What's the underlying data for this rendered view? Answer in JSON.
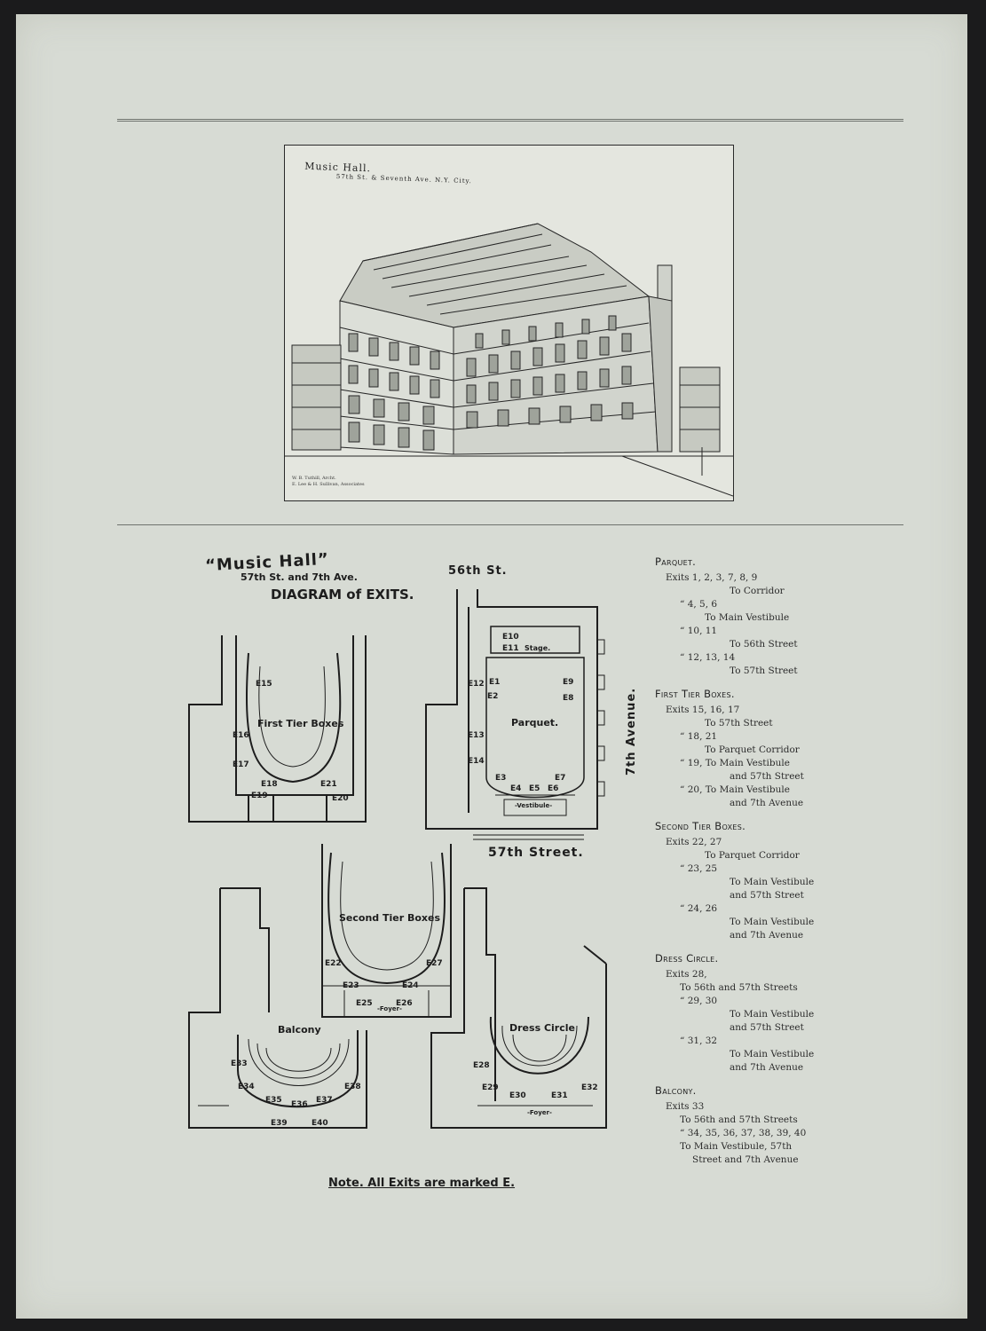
{
  "engraving": {
    "caption_title": "Music Hall.",
    "caption_sub": "57th St. & Seventh Ave. N.Y. City.",
    "credit_line1": "W. B. Tuthill, Archt.",
    "credit_line2": "E. Lee & H. Sullivan, Associates"
  },
  "diagram": {
    "title": "“Music Hall”",
    "address": "57th St. and 7th Ave.",
    "subtitle": "DIAGRAM of EXITS.",
    "street_top": "56th St.",
    "street_bottom": "57th Street.",
    "street_side": "7th Avenue.",
    "plans": {
      "first_tier": "First Tier Boxes",
      "parquet": "Parquet.",
      "stage": "Stage.",
      "vestibule": "-Vestibule-",
      "second_tier": "Second Tier Boxes",
      "foyer_second": "-Foyer-",
      "balcony": "Balcony",
      "dress_circle": "Dress Circle",
      "foyer_dress": "-Foyer-"
    },
    "exits": {
      "e1": "E1",
      "e2": "E2",
      "e3": "E3",
      "e4": "E4",
      "e5": "E5",
      "e6": "E6",
      "e7": "E7",
      "e8": "E8",
      "e9": "E9",
      "e10": "E10",
      "e11": "E11",
      "e12": "E12",
      "e13": "E13",
      "e14": "E14",
      "e15": "E15",
      "e16": "E16",
      "e17": "E17",
      "e18": "E18",
      "e19": "E19",
      "e20": "E20",
      "e21": "E21",
      "e22": "E22",
      "e23": "E23",
      "e24": "E24",
      "e25": "E25",
      "e26": "E26",
      "e27": "E27",
      "e28": "E28",
      "e29": "E29",
      "e30": "E30",
      "e31": "E31",
      "e32": "E32",
      "e33": "E33",
      "e34": "E34",
      "e35": "E35",
      "e36": "E36",
      "e37": "E37",
      "e38": "E38",
      "e39": "E39",
      "e40": "E40"
    },
    "note": "Note. All Exits are marked E."
  },
  "legend": {
    "parquet": {
      "title": "Parquet.",
      "lines": [
        "Exits 1, 2, 3, 7, 8, 9",
        "To Corridor",
        "“  4, 5, 6",
        "To Main Vestibule",
        "“  10, 11",
        "To 56th Street",
        "“  12, 13, 14",
        "To 57th Street"
      ]
    },
    "first_tier": {
      "title": "First Tier Boxes.",
      "lines": [
        "Exits 15, 16, 17",
        "To 57th Street",
        "“  18, 21",
        "To Parquet Corridor",
        "“  19, To Main Vestibule",
        "and 57th Street",
        "“  20, To Main Vestibule",
        "and 7th Avenue"
      ]
    },
    "second_tier": {
      "title": "Second Tier Boxes.",
      "lines": [
        "Exits 22, 27",
        "To Parquet Corridor",
        "“  23, 25",
        "To Main Vestibule",
        "and 57th Street",
        "“  24, 26",
        "To Main Vestibule",
        "and 7th Avenue"
      ]
    },
    "dress_circle": {
      "title": "Dress Circle.",
      "lines": [
        "Exits 28,",
        "To 56th and 57th Streets",
        "“  29, 30",
        "To Main Vestibule",
        "and 57th Street",
        "“  31, 32",
        "To Main Vestibule",
        "and 7th Avenue"
      ]
    },
    "balcony": {
      "title": "Balcony.",
      "lines": [
        "Exits 33",
        "To 56th and 57th Streets",
        "“  34, 35, 36, 37, 38, 39, 40",
        "To Main Vestibule, 57th",
        "Street and 7th Avenue"
      ]
    }
  }
}
